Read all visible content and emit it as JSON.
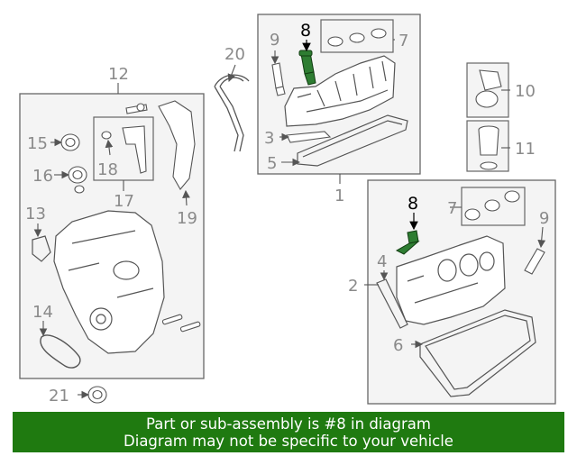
{
  "callouts": {
    "c1": "1",
    "c2": "2",
    "c3": "3",
    "c4": "4",
    "c5": "5",
    "c6": "6",
    "c7a": "7",
    "c7b": "7",
    "c8a": "8",
    "c8b": "8",
    "c9a": "9",
    "c9b": "9",
    "c10": "10",
    "c11": "11",
    "c12": "12",
    "c13": "13",
    "c14": "14",
    "c15": "15",
    "c16": "16",
    "c17": "17",
    "c18": "18",
    "c19": "19",
    "c20": "20",
    "c21": "21"
  },
  "banner": {
    "line1": "Part or sub-assembly is #8 in diagram",
    "line2": "Diagram may not be specific to your vehicle"
  },
  "colors": {
    "highlight_part": "#2e7d32",
    "banner_bg": "#1f7a10",
    "line_art": "#555555",
    "callout_text": "#8a8a8a"
  }
}
